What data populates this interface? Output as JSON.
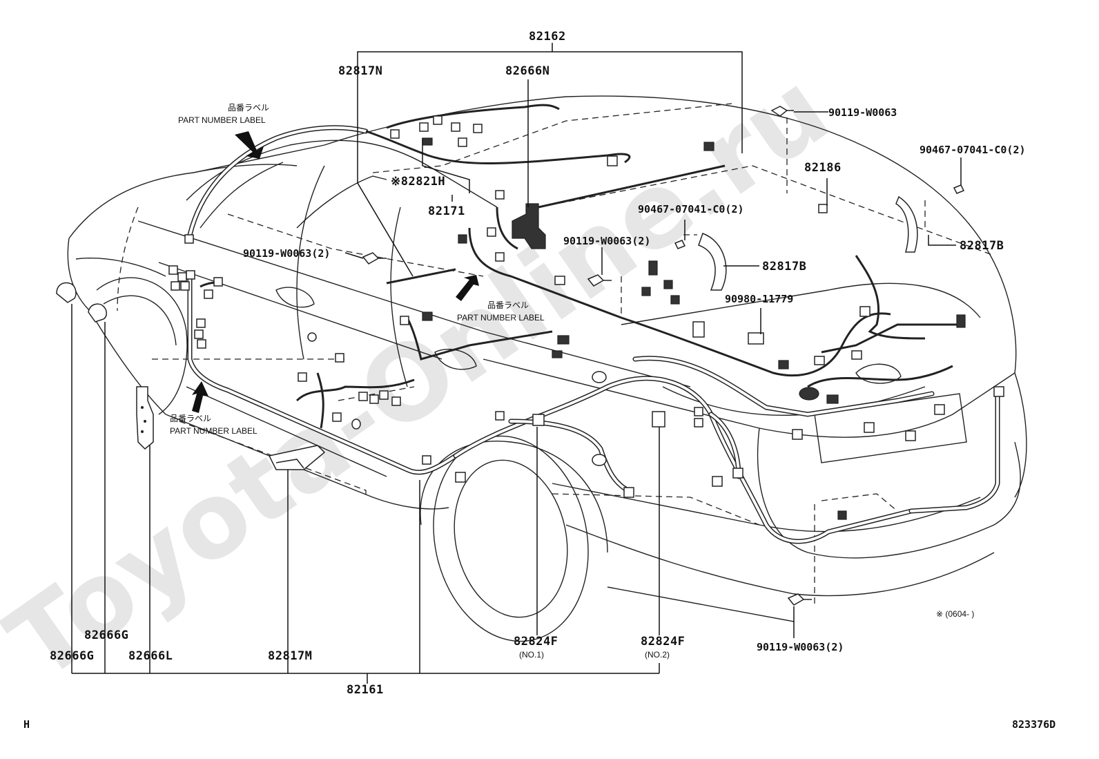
{
  "watermark": "Toyota-Online.ru",
  "corner_left": "H",
  "corner_right": "823376D",
  "footnote": "※ (0604-      )",
  "part_number_label_jp": "品番ラベル",
  "part_number_label_en": "PART NUMBER LABEL",
  "parts": {
    "p82162": "82162",
    "p82817N": "82817N",
    "p82666N": "82666N",
    "p82821H": "※82821H",
    "p82171": "82171",
    "p90119_top": "90119-W0063",
    "p82186": "82186",
    "p90467_right": "90467-07041-C0(2)",
    "p90467_mid": "90467-07041-C0(2)",
    "p82817B_right": "82817B",
    "p82817B_mid": "82817B",
    "p90119_mid_right": "90119-W0063(2)",
    "p90119_mid_left": "90119-W0063(2)",
    "p90980": "90980-11779",
    "p82666G_inner": "82666G",
    "p82666G_outer": "82666G",
    "p82666L": "82666L",
    "p82817M": "82817M",
    "p82161": "82161",
    "p82824F_1": "82824F",
    "p82824F_1_sub": "(NO.1)",
    "p82824F_2": "82824F",
    "p82824F_2_sub": "(NO.2)",
    "p90119_bottom": "90119-W0063(2)"
  }
}
